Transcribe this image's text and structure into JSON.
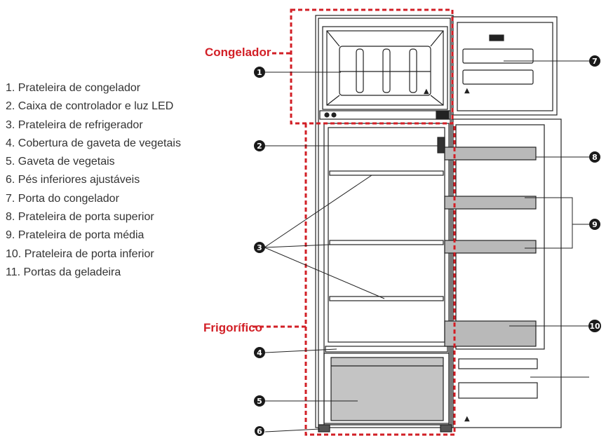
{
  "zones": {
    "freezer_label": "Congelador",
    "fridge_label": "Frigorífico"
  },
  "legend": [
    "1. Prateleira de congelador",
    "2. Caixa de controlador e luz LED",
    "3. Prateleira de refrigerador",
    "4. Cobertura de gaveta de vegetais",
    "5. Gaveta de vegetais",
    "6. Pés inferiores ajustáveis",
    "7. Porta do congelador",
    "8. Prateleira de porta superior",
    "9. Prateleira de porta média",
    "10. Prateleira de porta inferior",
    "11. Portas da geladeira"
  ],
  "callouts": [
    "1",
    "2",
    "3",
    "4",
    "5",
    "6",
    "7",
    "8",
    "9",
    "10"
  ],
  "colors": {
    "highlight": "#d21f26",
    "outline": "#222222",
    "shelf_fill": "#b9b9b9",
    "drawer_fill": "#c4c4c4",
    "callout_fill": "#1a1a1a"
  }
}
